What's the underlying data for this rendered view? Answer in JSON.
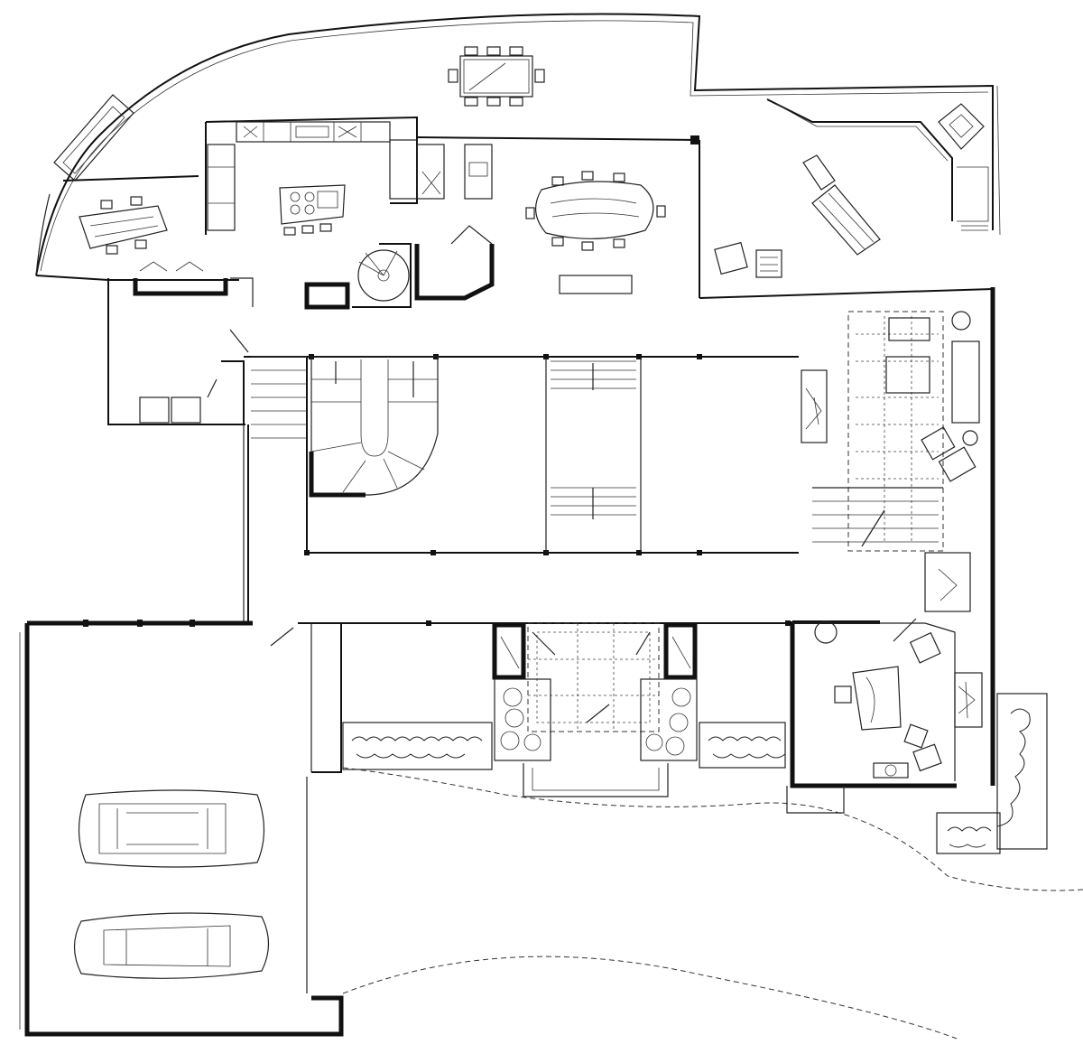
{
  "drawing": {
    "type": "architectural floor plan sketch",
    "style": "black ink line drawing on white",
    "background_color": "#ffffff",
    "ink_color": "#111111",
    "rooms": [
      {
        "id": "terrace",
        "icon": "patio-dining-table-icon"
      },
      {
        "id": "breakfast-nook",
        "icon": "round-table-icon"
      },
      {
        "id": "kitchen",
        "icon": "kitchen-island-icon"
      },
      {
        "id": "dining-room",
        "icon": "oval-dining-table-icon"
      },
      {
        "id": "deck",
        "icon": "lounge-chairs-icon"
      },
      {
        "id": "living-room",
        "icon": "sofa-group-icon"
      },
      {
        "id": "central-stair",
        "icon": "spiral-stair-icon"
      },
      {
        "id": "study",
        "icon": "desk-icon"
      },
      {
        "id": "entry-foyer",
        "icon": "entry-door-icon"
      },
      {
        "id": "garage",
        "icon": "car-icon"
      }
    ],
    "text_labels": []
  }
}
